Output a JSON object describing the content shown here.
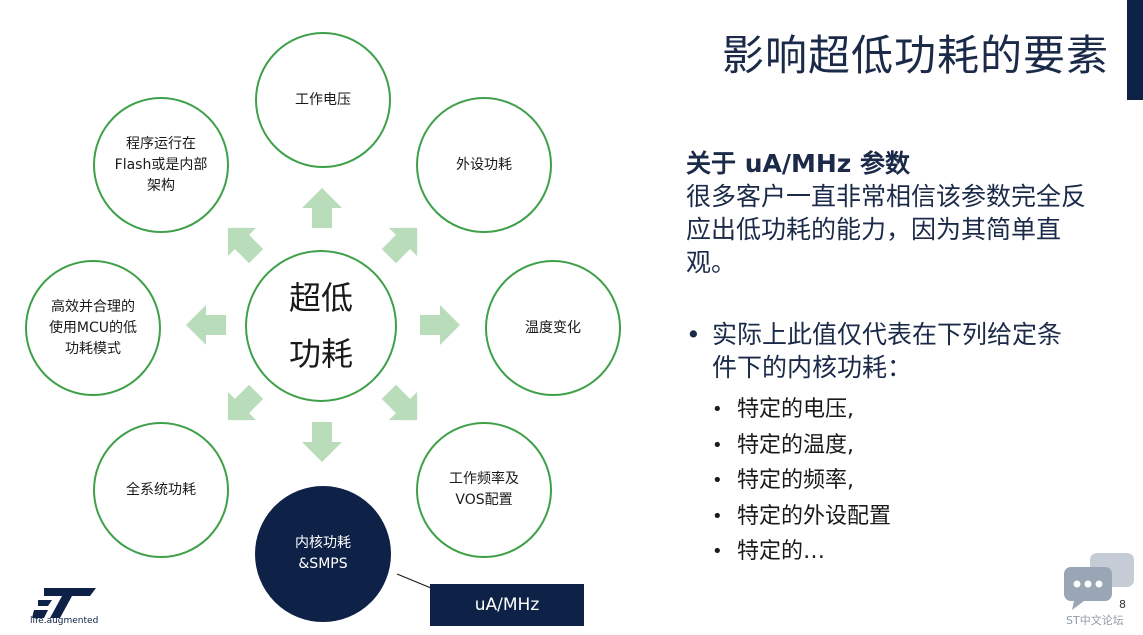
{
  "title": "影响超低功耗的要素",
  "diagram": {
    "center": "超低\n功耗",
    "nodes": {
      "top": "工作电压",
      "top_right": "外设功耗",
      "right": "温度变化",
      "bottom_right": "工作频率及\nVOS配置",
      "bottom": "内核功耗\n&SMPS",
      "bottom_left": "全系统功耗",
      "left": "高效并合理的\n使用MCU的低\n功耗模式",
      "top_left": "程序运行在\nFlash或是内部\n架构"
    },
    "callout": "uA/MHz"
  },
  "text": {
    "heading": "关于 uA/MHz 参数",
    "paragraph": "很多客户一直非常相信该参数完全反应出低功耗的能力，因为其简单直观。",
    "bullet": "实际上此值仅代表在下列给定条件下的内核功耗：",
    "sub_bullets": [
      "特定的电压,",
      "特定的温度,",
      "特定的频率,",
      "特定的外设配置",
      "特定的…"
    ]
  },
  "footer": {
    "logo_text": "life.augmented",
    "page_number": "8",
    "forum": "ST中文论坛"
  },
  "colors": {
    "navy": "#0e2147",
    "green_border": "#3fa04a",
    "arrow_green": "#b9dcba"
  }
}
